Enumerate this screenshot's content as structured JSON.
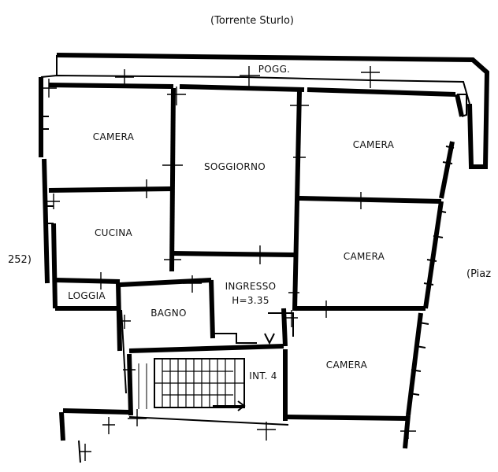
{
  "plan": {
    "top_street": "(Torrente Sturlo)",
    "left_edge": "252)",
    "right_edge": "(Piaz",
    "rooms": {
      "balcony": "POGG.",
      "bedroom_top_left": "CAMERA",
      "living": "SOGGIORNO",
      "bedroom_top_right": "CAMERA",
      "kitchen": "CUCINA",
      "bedroom_mid_right": "CAMERA",
      "loggia": "LOGGIA",
      "bathroom": "BAGNO",
      "entrance": "INGRESSO",
      "ceiling_height": "H=3.35",
      "bedroom_bottom_right": "CAMERA",
      "unit": "INT. 4"
    }
  }
}
